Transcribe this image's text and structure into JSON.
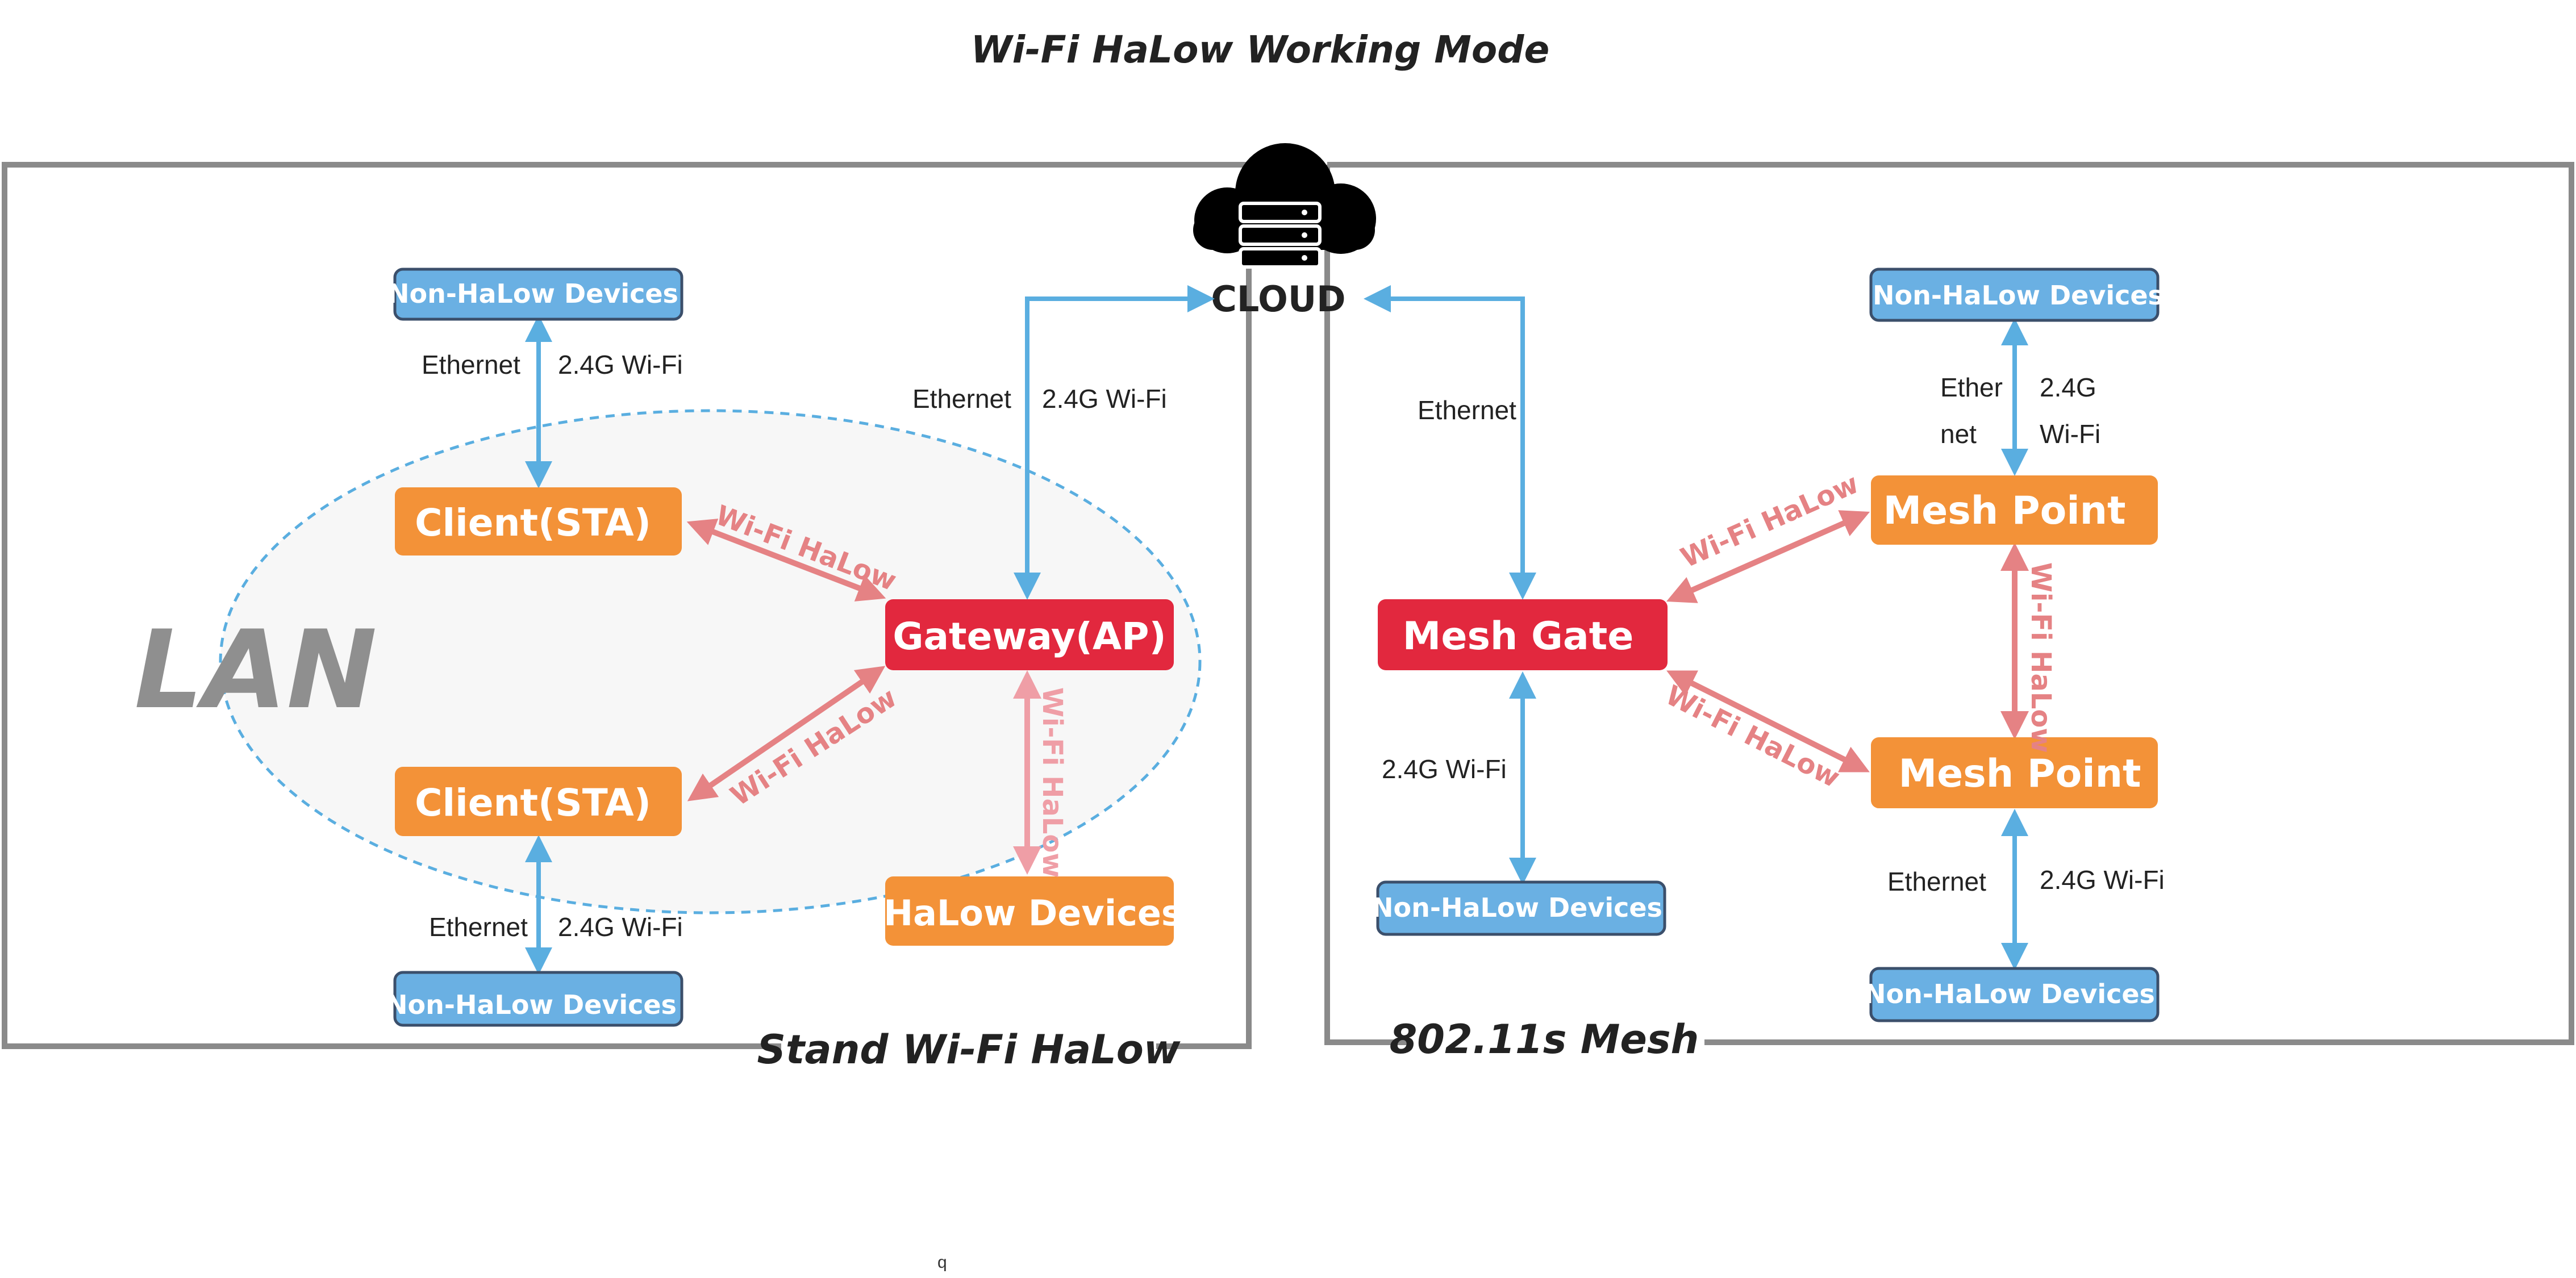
{
  "title": "Wi-Fi HaLow Working Mode",
  "cloud": {
    "label": "CLOUD",
    "icon": "cloud-server-icon"
  },
  "colors": {
    "orange": "#f39238",
    "red": "#e2283e",
    "blue_box": "#6ab0e3",
    "blue_line": "#5aaee0",
    "halow_link": "#e58284",
    "halow_link_light": "#ef9ea6",
    "frame": "#8a8a8a",
    "lan_text": "#8f8f8f"
  },
  "standalone": {
    "label": "Stand Wi-Fi HaLow",
    "lan_label": "LAN",
    "nodes": {
      "nonhalow_top": "Non-HaLow Devices",
      "client_top": "Client(STA)",
      "gateway": "Gateway(AP)",
      "client_bottom": "Client(STA)",
      "halow_devices": "HaLow Devices",
      "nonhalow_bottom": "Non-HaLow Devices"
    },
    "links": {
      "top_eth": "Ethernet",
      "top_wifi": "2.4G Wi-Fi",
      "gw_eth": "Ethernet",
      "gw_wifi": "2.4G Wi-Fi",
      "bottom_eth": "Ethernet",
      "bottom_wifi": "2.4G Wi-Fi",
      "halow_1": "Wi-Fi HaLow",
      "halow_2": "Wi-Fi HaLow",
      "halow_3": "Wi-Fi HaLow"
    }
  },
  "mesh": {
    "label": "802.11s Mesh",
    "nodes": {
      "mesh_gate": "Mesh Gate",
      "nonhalow_left": "Non-HaLow Devices",
      "nonhalow_top": "Non-HaLow Devices",
      "mesh_point_top": "Mesh Point",
      "mesh_point_bottom": "Mesh Point",
      "nonhalow_bottom": "Non-HaLow Devices"
    },
    "links": {
      "gate_eth": "Ethernet",
      "gate_wifi": "2.4G Wi-Fi",
      "top_eth_1": "Ether",
      "top_eth_2": "net",
      "top_wifi_1": "2.4G",
      "top_wifi_2": "Wi-Fi",
      "bottom_eth": "Ethernet",
      "bottom_wifi": "2.4G Wi-Fi",
      "halow_1": "Wi-Fi HaLow",
      "halow_2": "Wi-Fi HaLow",
      "halow_3": "Wi-Fi HaLow"
    }
  },
  "footer_mark": "q"
}
